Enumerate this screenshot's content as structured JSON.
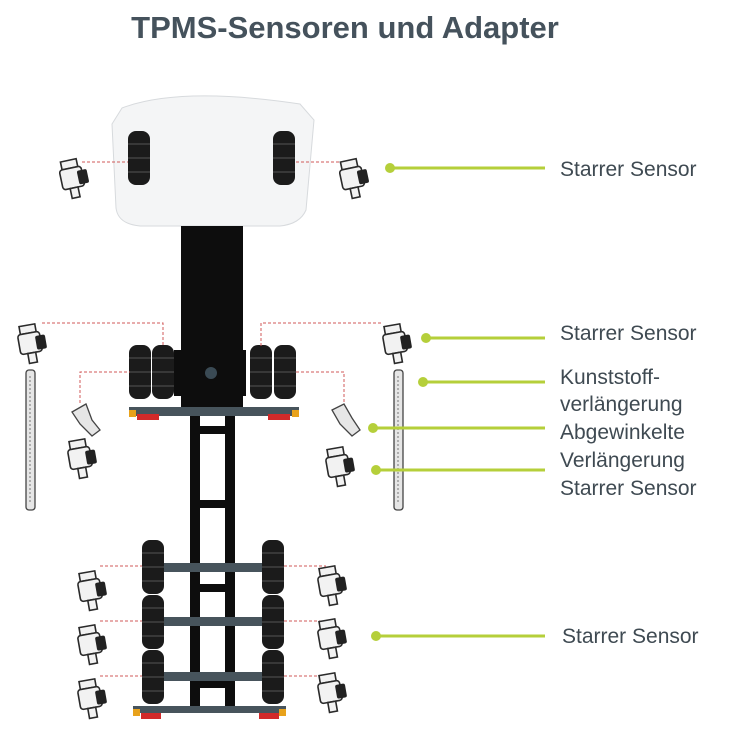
{
  "title": "TPMS-Sensoren und Adapter",
  "labels": {
    "front_sensor": "Starrer Sensor",
    "drive_sensor": "Starrer Sensor",
    "plastic_ext_line1": "Kunststoff-",
    "plastic_ext_line2": "verlängerung",
    "angled_ext_line1": "Abgewinkelte",
    "angled_ext_line2": "Verlängerung",
    "drive_inner_sensor": "Starrer Sensor",
    "trailer_sensor": "Starrer Sensor"
  },
  "colors": {
    "leader": "#b5cf3a",
    "dashed_connector": "#d05a5a",
    "title": "#45525c",
    "label": "#3f4a52",
    "axle": "#47545c",
    "light_amber": "#e8a21c",
    "light_red": "#d22a2a"
  }
}
